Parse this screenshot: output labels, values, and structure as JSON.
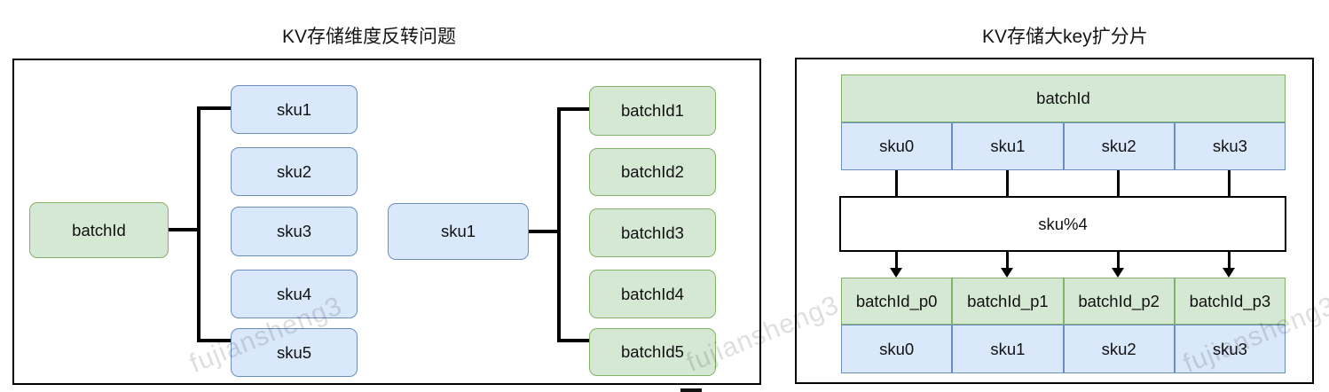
{
  "panels": {
    "left": {
      "title": "KV存储维度反转问题",
      "tree1": {
        "root": "batchId",
        "children": [
          "sku1",
          "sku2",
          "sku3",
          "sku4",
          "sku5"
        ]
      },
      "tree2": {
        "root": "sku1",
        "children": [
          "batchId1",
          "batchId2",
          "batchId3",
          "batchId4",
          "batchId5"
        ]
      }
    },
    "right": {
      "title": "KV存储大key扩分片",
      "top_table": {
        "header": "batchId",
        "cells": [
          "sku0",
          "sku1",
          "sku2",
          "sku3"
        ]
      },
      "op_box_label": "sku%4",
      "bottom_table": {
        "header_cells": [
          "batchId_p0",
          "batchId_p1",
          "batchId_p2",
          "batchId_p3"
        ],
        "cells": [
          "sku0",
          "sku1",
          "sku2",
          "sku3"
        ]
      }
    }
  },
  "watermark": {
    "text": "fujiansheng3"
  },
  "colors": {
    "green_fill": "#d5e8d4",
    "green_stroke": "#82b366",
    "blue_fill": "#dae8fc",
    "blue_stroke": "#6c8ebf",
    "connector": "#000000"
  }
}
